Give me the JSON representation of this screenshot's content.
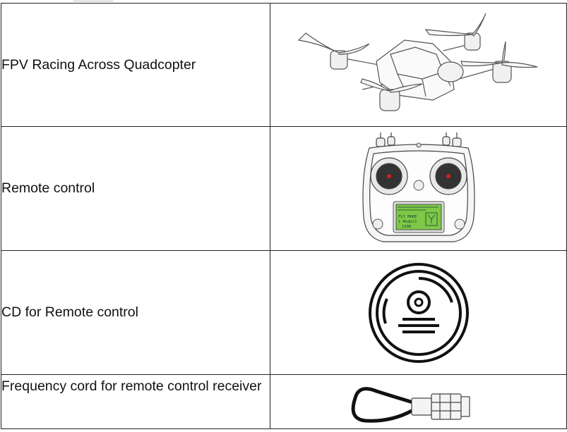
{
  "items": [
    {
      "label": "FPV Racing Across Quadcopter",
      "image": "quadcopter-drone"
    },
    {
      "label": "Remote control",
      "image": "remote-control-transmitter"
    },
    {
      "label": "CD for Remote control",
      "image": "cd-disc"
    },
    {
      "label": "Frequency cord for remote control receiver",
      "image": "frequency-cord"
    }
  ],
  "remote_screen": {
    "line1": "FLY MODE",
    "line2": "1 Model1",
    "line3": "1500"
  },
  "colors": {
    "border": "#222222",
    "lcd": "#7ec848",
    "stick_dot": "#d02020"
  }
}
